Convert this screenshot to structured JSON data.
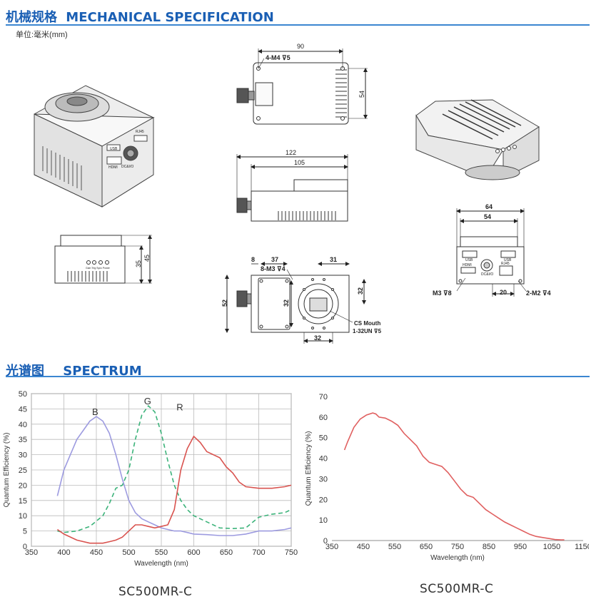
{
  "mechanical": {
    "title_cn": "机械规格",
    "title_en": "MECHANICAL SPECIFICATION",
    "unit_label": "单位:毫米(mm)",
    "top_view": {
      "width": "90",
      "height": "54",
      "hole_note": "4-M4 ⊽5"
    },
    "side_view": {
      "overall": "122",
      "body": "105"
    },
    "front_view": {
      "d8": "8",
      "d37": "37",
      "d31": "31",
      "d52": "52",
      "d32_left": "32",
      "d32_right": "32",
      "d32_bottom": "32",
      "hole_note": "8-M3 ⊽4",
      "mount_line1": "CS Mouth",
      "mount_line2": "1-32UN ⊽5"
    },
    "small_side": {
      "d35": "35",
      "d45": "45",
      "leds": "Gain Trig Sync Power"
    },
    "rear_view": {
      "d64": "64",
      "d54": "54",
      "d20": "20",
      "left_note": "M3 ⊽8",
      "right_note": "2-M2 ⊽4",
      "ports": [
        "USB",
        "USB",
        "HDMI",
        "DC&I/O",
        "RJ45"
      ]
    },
    "iso_labels": [
      "USB",
      "HDMI",
      "DC&I/O",
      "RJ45"
    ]
  },
  "spectrum": {
    "title_cn": "光谱图",
    "title_en": "SPECTRUM"
  },
  "chart_data": [
    {
      "type": "line",
      "model": "SC500MR-C",
      "xlabel": "Wavelength (nm)",
      "ylabel": "Quantum Efficiency (%)",
      "xlim": [
        350,
        750
      ],
      "ylim": [
        0,
        50
      ],
      "xticks": [
        "350",
        "400",
        "450",
        "500",
        "550",
        "600",
        "650",
        "700",
        "750"
      ],
      "yticks": [
        "0",
        "5",
        "10",
        "15",
        "20",
        "25",
        "30",
        "35",
        "40",
        "45",
        "50"
      ],
      "grid": true,
      "series": [
        {
          "name": "B",
          "color": "#9d9be0",
          "dash": "none",
          "x": [
            390,
            400,
            410,
            420,
            430,
            440,
            450,
            460,
            470,
            480,
            490,
            500,
            510,
            520,
            530,
            540,
            550,
            560,
            570,
            580,
            590,
            600,
            620,
            640,
            660,
            680,
            700,
            720,
            740,
            750
          ],
          "y": [
            16.5,
            25,
            30,
            35,
            38,
            41,
            42.5,
            41,
            37,
            30,
            22,
            15,
            11,
            9,
            8,
            7,
            6,
            5.5,
            5,
            5,
            4.5,
            4,
            3.8,
            3.5,
            3.5,
            4,
            5,
            5,
            5.5,
            6
          ]
        },
        {
          "name": "G",
          "color": "#3cb37a",
          "dash": "6,4",
          "x": [
            390,
            400,
            420,
            440,
            460,
            470,
            480,
            490,
            500,
            510,
            520,
            530,
            540,
            550,
            560,
            570,
            580,
            590,
            600,
            620,
            640,
            660,
            680,
            700,
            720,
            740,
            750
          ],
          "y": [
            5,
            4.5,
            5,
            6.5,
            10,
            14,
            19,
            20,
            25,
            35,
            43,
            46,
            44,
            37,
            28,
            20,
            15,
            12,
            10,
            8,
            6,
            5.8,
            6,
            9.5,
            10.5,
            11,
            12
          ]
        },
        {
          "name": "R",
          "color": "#d9534f",
          "dash": "none",
          "x": [
            390,
            400,
            420,
            440,
            460,
            470,
            480,
            490,
            500,
            510,
            520,
            530,
            540,
            550,
            560,
            570,
            580,
            590,
            600,
            610,
            620,
            640,
            650,
            660,
            670,
            680,
            700,
            720,
            740,
            750
          ],
          "y": [
            5.5,
            4,
            2,
            1,
            1,
            1.5,
            2,
            3,
            5,
            7,
            7,
            6.5,
            6,
            6.5,
            7,
            12,
            25,
            32,
            36,
            34,
            31,
            29,
            26,
            24,
            21,
            19.5,
            19,
            19,
            19.5,
            20
          ]
        }
      ]
    },
    {
      "type": "line",
      "model": "SC500MR-C",
      "xlabel": "Wavelength (nm)",
      "ylabel": "Quantum Efficiency (%)",
      "xlim": [
        350,
        1150
      ],
      "ylim": [
        0,
        70
      ],
      "xticks": [
        "350",
        "450",
        "550",
        "650",
        "750",
        "850",
        "950",
        "1050",
        "1150"
      ],
      "yticks": [
        "0",
        "10",
        "20",
        "30",
        "40",
        "50",
        "60",
        "70"
      ],
      "grid": false,
      "series": [
        {
          "color": "#e06060",
          "dash": "none",
          "x": [
            390,
            400,
            420,
            440,
            460,
            480,
            490,
            500,
            520,
            540,
            560,
            580,
            600,
            620,
            640,
            660,
            680,
            700,
            720,
            740,
            760,
            780,
            800,
            820,
            840,
            860,
            880,
            900,
            920,
            940,
            960,
            980,
            1000,
            1020,
            1040,
            1060,
            1080,
            1090
          ],
          "y": [
            44,
            48,
            55,
            59,
            61,
            62,
            61.5,
            60,
            59.5,
            58,
            56,
            52,
            49,
            46,
            41,
            38,
            37,
            36,
            33,
            29,
            25,
            22,
            21,
            18,
            15,
            13,
            11,
            9,
            7.5,
            6,
            4.5,
            3,
            2,
            1.5,
            1,
            0.5,
            0.3,
            0.3
          ]
        }
      ]
    }
  ]
}
